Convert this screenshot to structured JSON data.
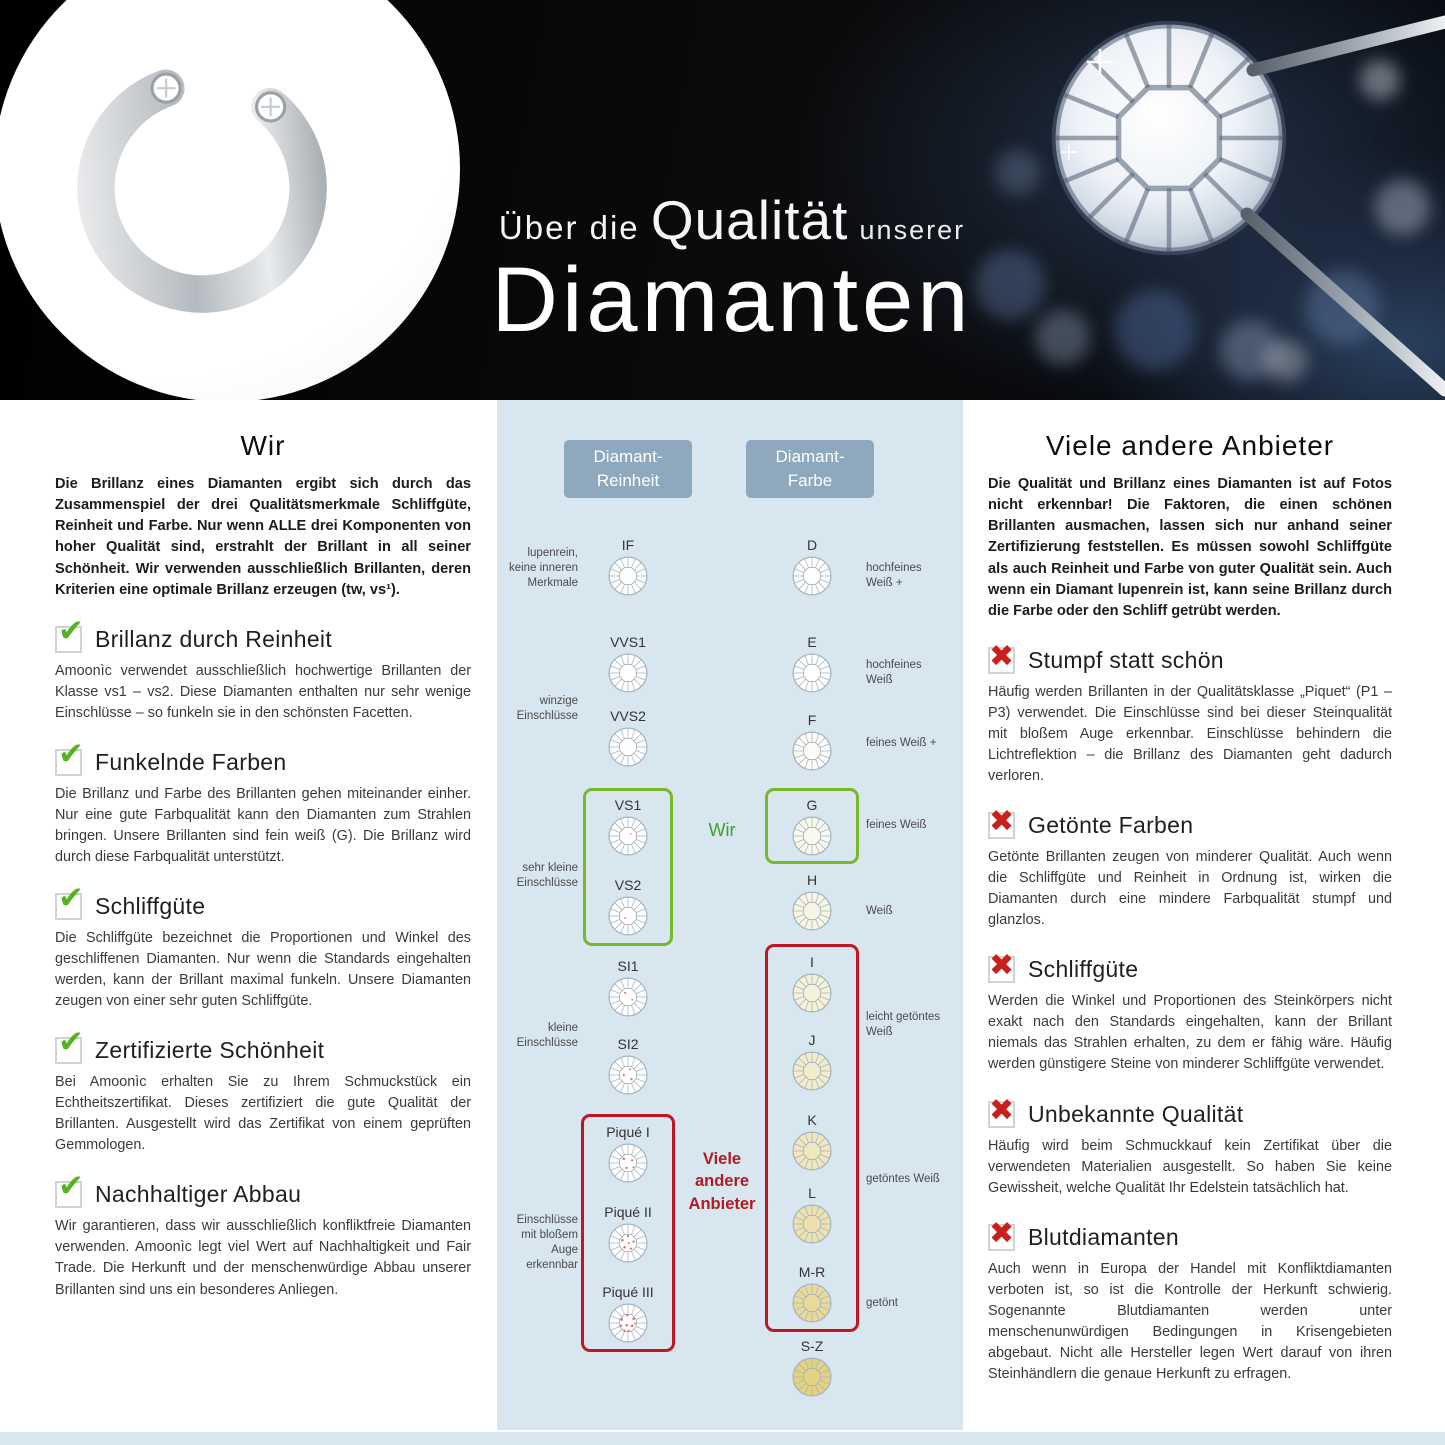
{
  "header": {
    "kicker_1": "Über die",
    "kicker_2": "Qualität",
    "kicker_3": "unserer",
    "title": "Diamanten"
  },
  "icons": {
    "check": "✔",
    "cross": "✖"
  },
  "left": {
    "heading": "Wir",
    "intro": "Die Brillanz eines Diamanten ergibt sich durch das Zusammenspiel der drei Qualitätsmerkmale Schliffgüte, Reinheit und Farbe. Nur wenn ALLE drei Komponenten von hoher Qualität sind, erstrahlt der Brillant in all seiner Schönheit. Wir verwenden ausschließlich Brillanten, deren Kriterien eine optimale Brillanz erzeugen (tw, vs¹).",
    "sections": [
      {
        "title": "Brillanz durch Reinheit",
        "text": "Amoonìc verwendet ausschließlich hochwertige Brillanten der Klasse vs1 – vs2. Diese Diamanten enthalten nur sehr wenige Einschlüsse – so funkeln sie in den schönsten Facetten."
      },
      {
        "title": "Funkelnde Farben",
        "text": "Die Brillanz und Farbe des Brillanten gehen miteinander einher. Nur eine gute Farbqualität kann den Diamanten zum Strahlen bringen. Unsere Brillanten sind fein weiß (G). Die Brillanz wird durch diese Farbqualität unterstützt."
      },
      {
        "title": "Schliffgüte",
        "text": "Die Schliffgüte bezeichnet die Proportionen und Winkel des geschliffenen Diamanten. Nur wenn die Standards eingehalten werden, kann der Brillant maximal funkeln. Unsere Diamanten zeugen von einer sehr guten Schliffgüte."
      },
      {
        "title": "Zertifizierte Schönheit",
        "text": "Bei Amoonìc erhalten Sie zu Ihrem Schmuckstück ein Echtheitszertifikat. Dieses zertifiziert die gute Qualität der Brillanten. Ausgestellt wird das Zertifikat von einem geprüften Gemmologen."
      },
      {
        "title": "Nachhaltiger Abbau",
        "text": "Wir garantieren, dass wir ausschließlich konfliktfreie Diamanten verwenden. Amoonìc legt viel Wert auf Nachhaltigkeit und Fair Trade. Die Herkunft und der menschenwürdige Abbau unserer Brillanten sind uns ein besonderes Anliegen."
      }
    ]
  },
  "right": {
    "heading": "Viele andere Anbieter",
    "intro": "Die Qualität und Brillanz eines Diamanten ist auf Fotos nicht erkennbar! Die Faktoren, die einen schönen Brillanten ausmachen, lassen sich nur anhand seiner Zertifizierung feststellen. Es müssen sowohl Schliffgüte als auch Reinheit und Farbe von guter Qualität sein. Auch wenn ein Diamant lupenrein ist, kann seine Brillanz durch die Farbe oder den Schliff getrübt werden.",
    "sections": [
      {
        "title": "Stumpf statt schön",
        "text": "Häufig werden Brillanten in der Qualitätsklasse „Piquet“ (P1 – P3) verwendet. Die Einschlüsse sind bei dieser Steinqualität mit bloßem Auge erkennbar. Einschlüsse behindern die Lichtreflektion – die Brillanz des Diamanten geht dadurch verloren."
      },
      {
        "title": "Getönte Farben",
        "text": "Getönte Brillanten zeugen von minderer Qualität. Auch wenn die Schliffgüte und Reinheit in Ordnung ist, wirken die Diamanten durch eine mindere Farbqualität stumpf und glanzlos."
      },
      {
        "title": "Schliffgüte",
        "text": "Werden die Winkel und Proportionen des Steinkörpers nicht exakt nach den Standards eingehalten, kann der Brillant niemals das Strahlen erhalten, zu dem er fähig wäre. Häufig werden günstigere Steine von minderer Schliffgüte verwendet."
      },
      {
        "title": "Unbekannte Qualität",
        "text": "Häufig wird beim Schmuckkauf kein Zertifikat über die verwendeten Materialien ausgestellt. So haben Sie keine Gewissheit, welche Qualität Ihr Edelstein tatsächlich hat."
      },
      {
        "title": "Blutdiamanten",
        "text": "Auch wenn in Europa der Handel mit Konfliktdiamanten verboten ist, so ist die Kontrolle der Herkunft schwierig. Sogenannte Blutdiamanten werden unter menschenunwürdigen Bedingungen in Krisengebieten abgebaut. Nicht alle Hersteller legen Wert darauf von ihren Steinhändlern die genaue Herkunft zu erfragen."
      }
    ]
  },
  "scales": {
    "we_label": "Wir",
    "others_label": "Viele andere Anbieter",
    "clarity": {
      "badge": [
        "Diamant-",
        "Reinheit"
      ],
      "rows": [
        "IF",
        "VVS1",
        "VVS2",
        "VS1",
        "VS2",
        "SI1",
        "SI2",
        "Piqué I",
        "Piqué II",
        "Piqué III"
      ],
      "groups": [
        "lupenrein, keine inneren Merkmale",
        "winzige Einschlüsse",
        "sehr kleine Einschlüsse",
        "kleine Einschlüsse",
        "Einschlüsse mit bloßem Auge erkennbar"
      ]
    },
    "color": {
      "badge": [
        "Diamant-",
        "Farbe"
      ],
      "rows": [
        "D",
        "E",
        "F",
        "G",
        "H",
        "I",
        "J",
        "K",
        "L",
        "M-R",
        "S-Z"
      ],
      "groups": [
        "hochfeines Weiß +",
        "hochfeines Weiß",
        "feines Weiß +",
        "feines Weiß",
        "Weiß",
        "leicht getöntes Weiß",
        "getöntes Weiß",
        "getönt"
      ]
    }
  },
  "colors": {
    "accent_green": "#76b82a",
    "accent_red": "#be1622",
    "badge_blue": "#8ea9bd",
    "panel_blue": "#d8e6f0",
    "check_green": "#56b229",
    "cross_red": "#c9201d"
  }
}
